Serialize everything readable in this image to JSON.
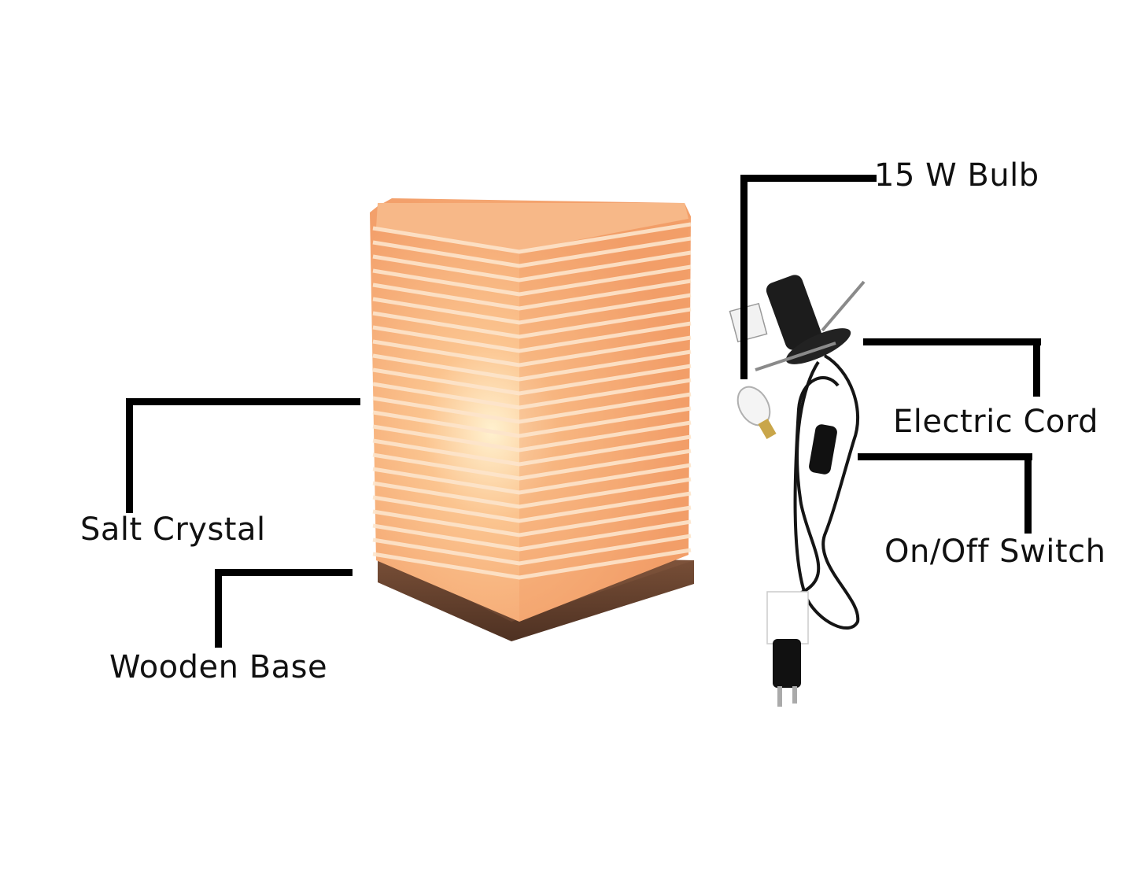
{
  "labels": {
    "bulb": "15 W Bulb",
    "cord": "Electric Cord",
    "switch": "On/Off Switch",
    "crystal": "Salt Crystal",
    "base": "Wooden Base"
  },
  "colors": {
    "leader_lines": "#000000",
    "salt_light": "#f8b98a",
    "salt_mid": "#f29a63",
    "salt_glow": "#fde2b8",
    "wood": "#6b4530",
    "cord": "#151515"
  },
  "product_parts": [
    "salt-crystal-lamp",
    "wooden-base",
    "bulb-holder",
    "spare-bulb",
    "electric-cord",
    "inline-switch",
    "two-prong-plug"
  ]
}
